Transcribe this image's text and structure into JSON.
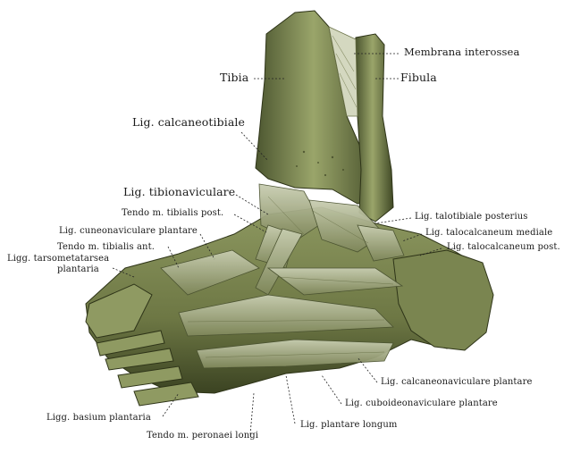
{
  "labels": {
    "membrana_interossea": "Membrana interossea",
    "tibia": "Tibia",
    "fibula": "Fibula",
    "lig_calcaneotibiale": "Lig. calcaneotibiale",
    "lig_tibionaviculare": "Lig. tibionaviculare",
    "tendo_tibialis_post": "Tendo m. tibialis post.",
    "lig_talotibiale_posterius": "Lig. talotibiale posterius",
    "lig_talocalcaneum_mediale": "Lig. talocalcaneum mediale",
    "lig_talocalcaneum_post": "Lig. talocalcaneum post.",
    "lig_cuneonaviculare_plantare": "Lig. cuneonaviculare plantare",
    "tendo_tibialis_ant": "Tendo m. tibialis ant.",
    "ligg_tarsometatarsea_1": "Ligg. tarsometatarsea",
    "ligg_tarsometatarsea_2": "plantaria",
    "lig_calcaneonaviculare_plantare": "Lig. calcaneonaviculare plantare",
    "lig_cuboideonaviculare_plantare": "Lig. cuboideonaviculare plantare",
    "ligg_basium_plantaria": "Ligg. basium plantaria",
    "lig_plantare_longum": "Lig. plantare longum",
    "tendo_peronaei_longi": "Tendo m. peronaei longi"
  },
  "colors": {
    "bone": "#8e9a5e",
    "bone_shadow": "#3f4825",
    "ligament": "#b9bfa0",
    "ligament_dark": "#5a6238",
    "leader": "#222222"
  }
}
